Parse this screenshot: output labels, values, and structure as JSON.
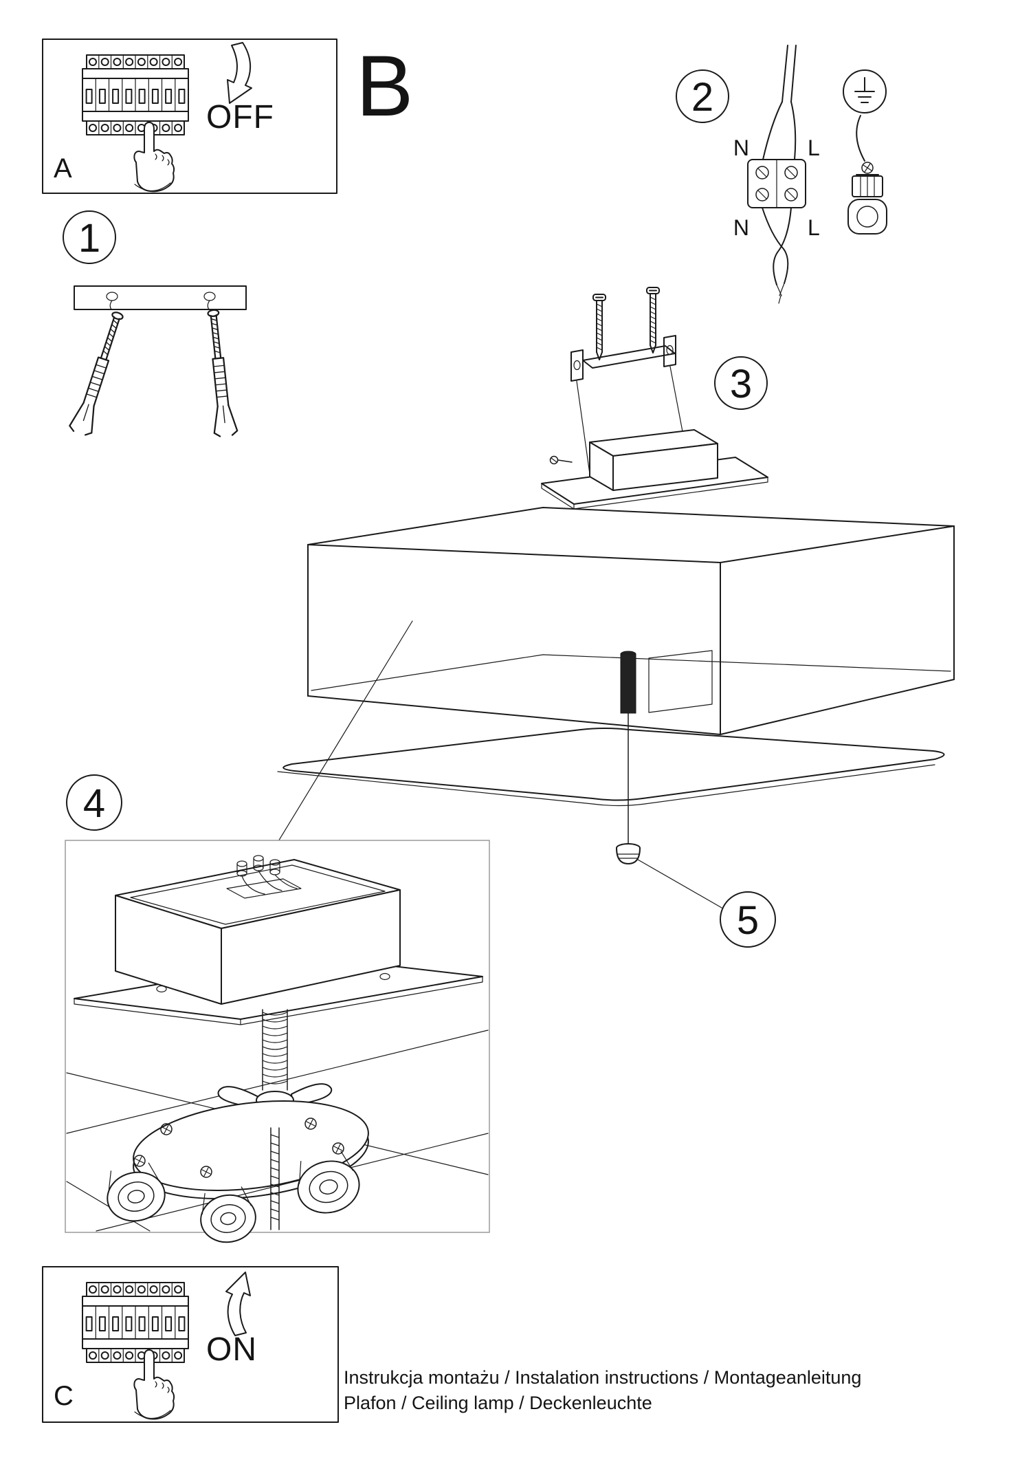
{
  "doc": {
    "footer_line1": "Instrukcja montażu / Instalation instructions / Montageanleitung",
    "footer_line2": "Plafon / Ceiling lamp / Deckenleuchte"
  },
  "panel_a": {
    "label": "A",
    "action": "OFF"
  },
  "panel_b": {
    "label": "B"
  },
  "panel_c": {
    "label": "C",
    "action": "ON"
  },
  "steps": {
    "s1": "1",
    "s2": "2",
    "s3": "3",
    "s4": "4",
    "s5": "5"
  },
  "wiring": {
    "n_top": "N",
    "l_top": "L",
    "n_bottom": "N",
    "l_bottom": "L"
  },
  "icons": {
    "breaker": "circuit-breaker",
    "hand": "pointing-hand",
    "arrow_off": "curved-arrow-down",
    "arrow_on": "curved-arrow-up",
    "ground": "earth-ground-symbol"
  },
  "colors": {
    "ink": "#1a1a1a",
    "paper": "#ffffff",
    "inset_border": "#9a9a9a"
  }
}
